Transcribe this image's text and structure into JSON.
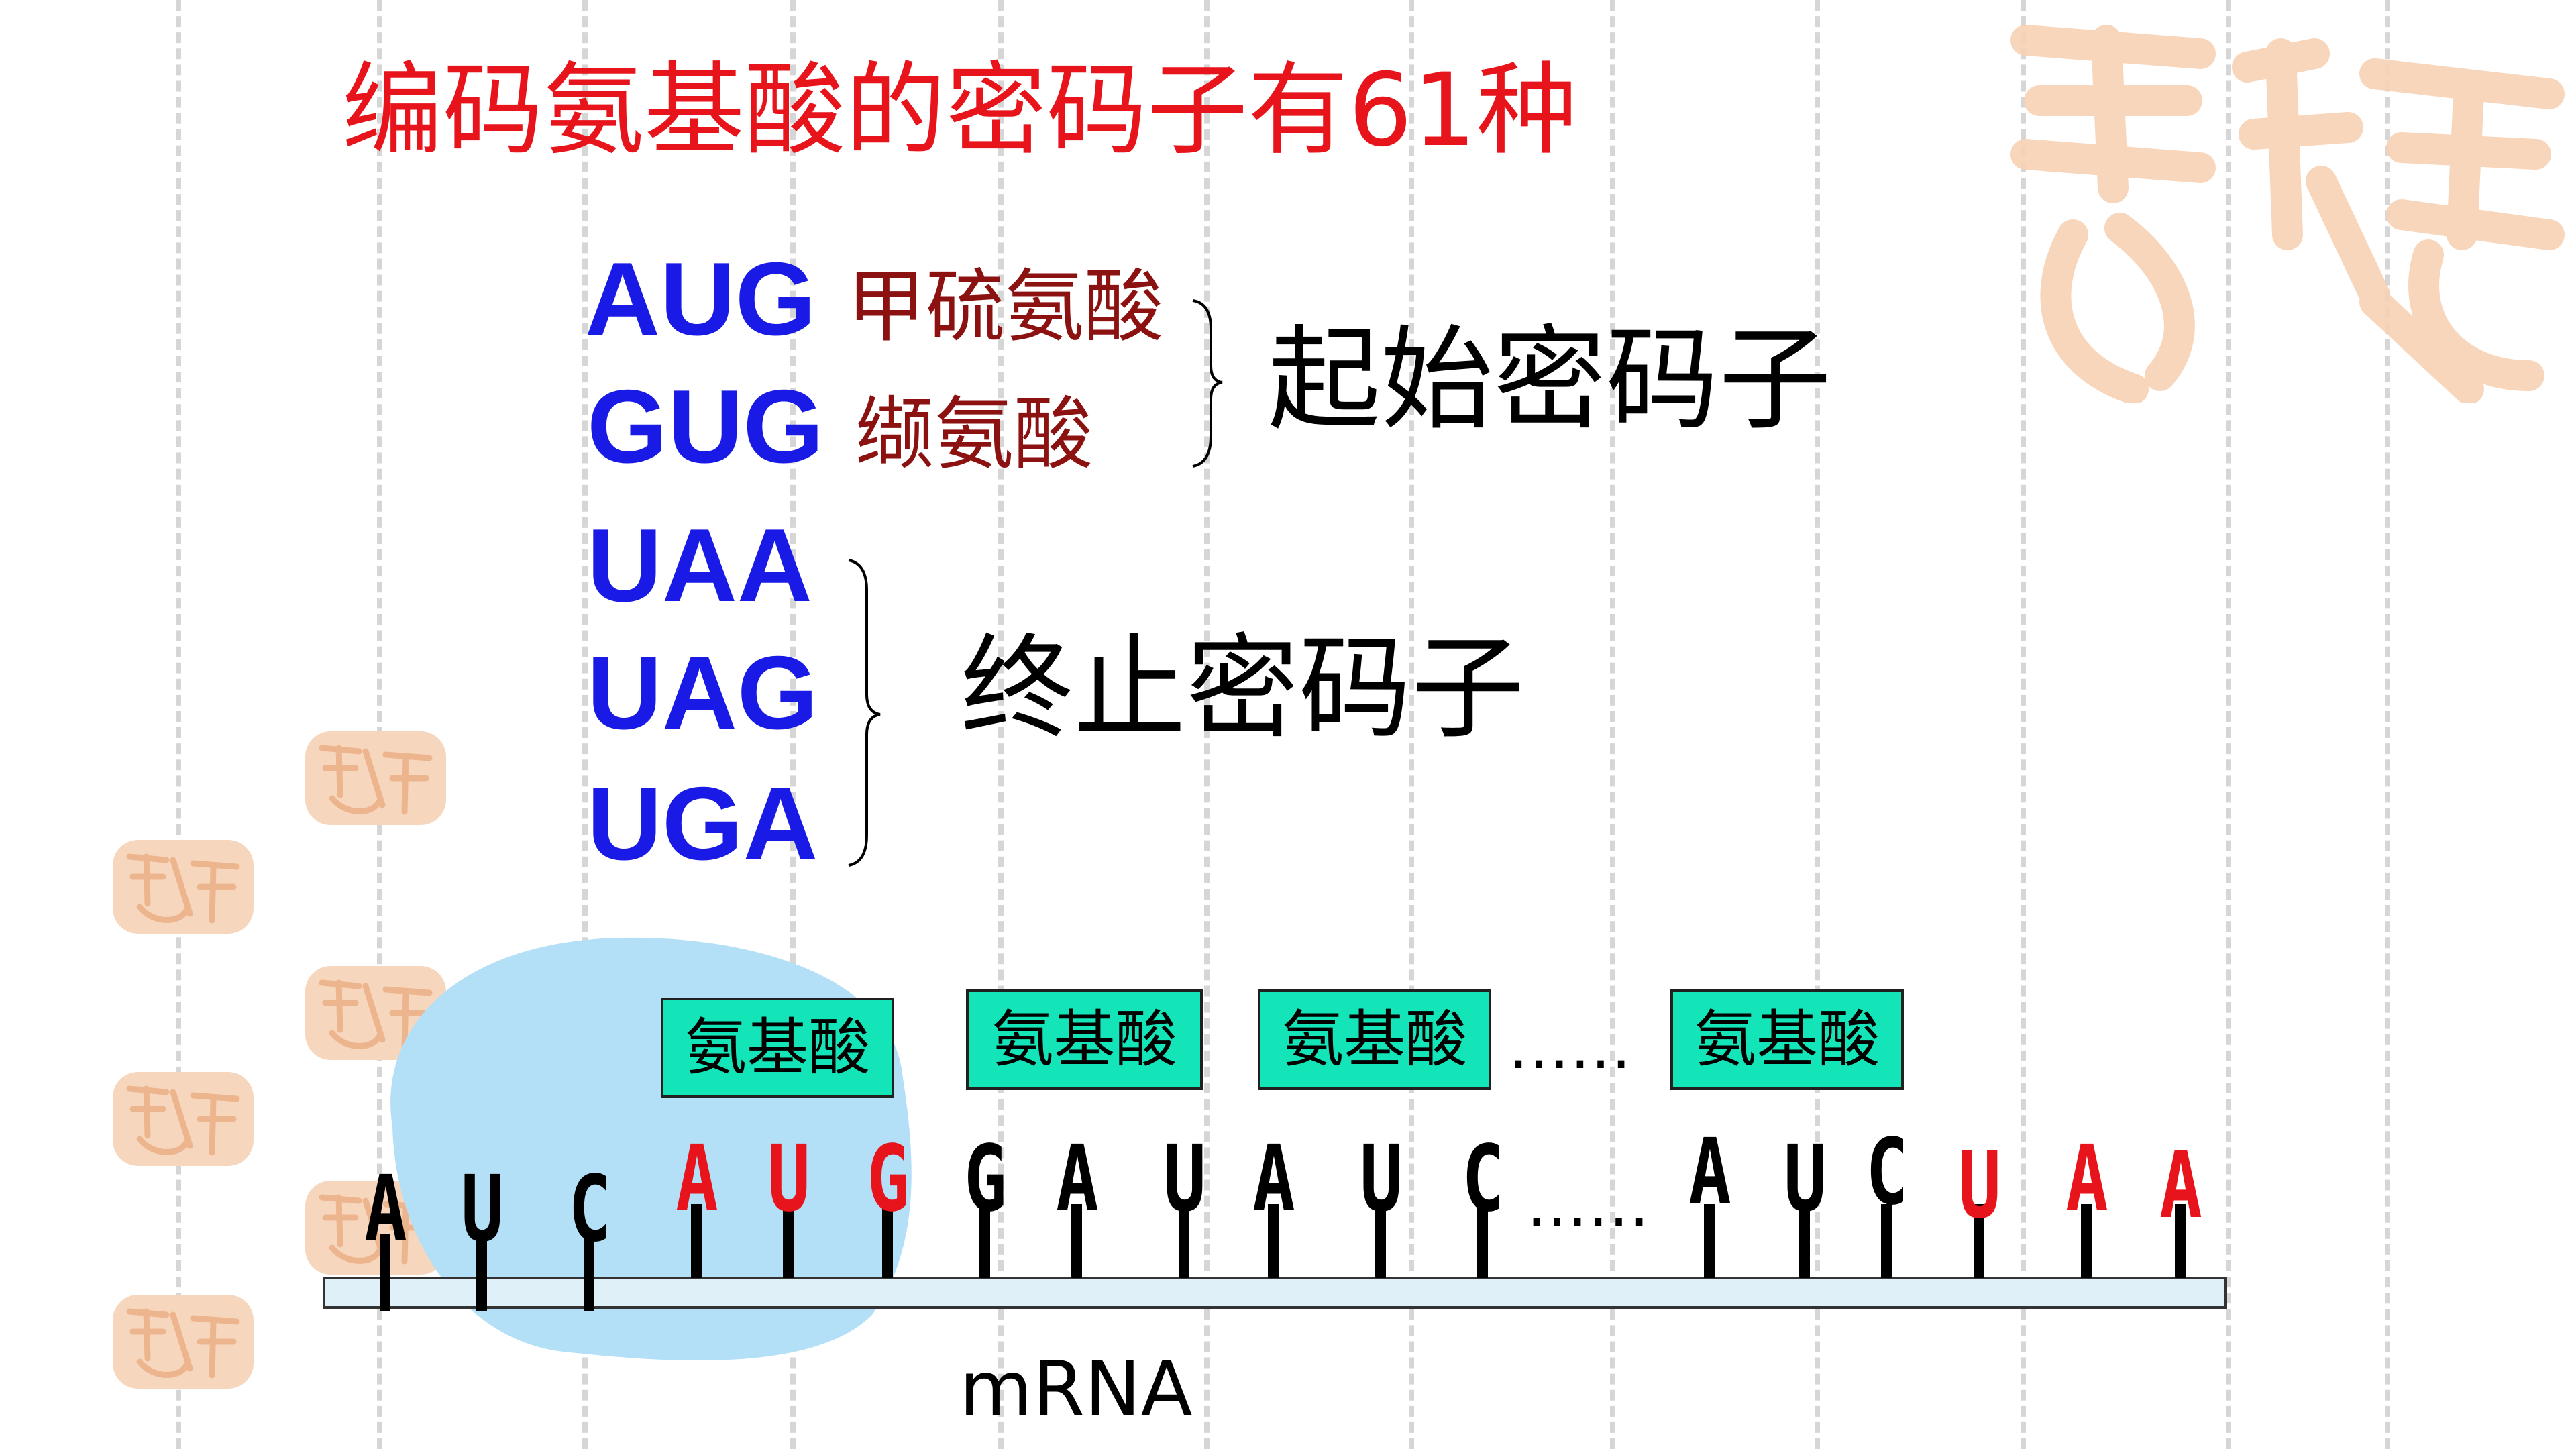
{
  "title": "编码氨基酸的密码子有61种",
  "start_group": {
    "codons": [
      {
        "codon": "AUG",
        "amino_acid": "甲硫氨酸"
      },
      {
        "codon": "GUG",
        "amino_acid": "缬氨酸"
      }
    ],
    "label": "起始密码子"
  },
  "stop_group": {
    "codons": [
      "UAA",
      "UAG",
      "UGA"
    ],
    "label": "终止密码子"
  },
  "translation": {
    "amino_acid_boxes": [
      "氨基酸",
      "氨基酸",
      "氨基酸",
      "氨基酸"
    ],
    "box_ellipsis": "……",
    "bases": [
      {
        "letter": "A",
        "red": false
      },
      {
        "letter": "U",
        "red": false
      },
      {
        "letter": "C",
        "red": false
      },
      {
        "letter": "A",
        "red": true
      },
      {
        "letter": "U",
        "red": true
      },
      {
        "letter": "G",
        "red": true
      },
      {
        "letter": "G",
        "red": false
      },
      {
        "letter": "A",
        "red": false
      },
      {
        "letter": "U",
        "red": false
      },
      {
        "letter": "A",
        "red": false
      },
      {
        "letter": "U",
        "red": false
      },
      {
        "letter": "C",
        "red": false
      },
      {
        "letter": "A",
        "red": false
      },
      {
        "letter": "U",
        "red": false
      },
      {
        "letter": "C",
        "red": false
      },
      {
        "letter": "U",
        "red": true
      },
      {
        "letter": "A",
        "red": true
      },
      {
        "letter": "A",
        "red": true
      }
    ],
    "base_ellipsis": "……",
    "strand_label": "mRNA"
  },
  "colors": {
    "title": "#e8141b",
    "codon": "#1a1ae6",
    "amino_acid": "#8c1212",
    "box_fill": "#14e5b8",
    "ribosome": "#b3dff7",
    "strand": "#dff0f8",
    "highlight_base": "#e8141b"
  }
}
